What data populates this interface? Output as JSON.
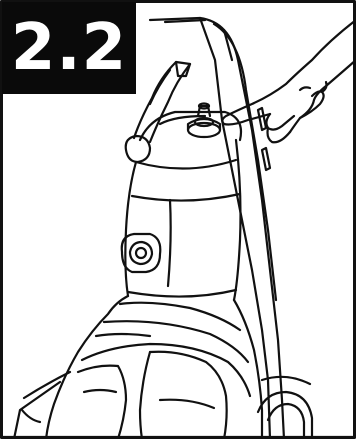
{
  "step": {
    "number": "2.2"
  },
  "illustration": {
    "subject": "upright-carpet-cleaner",
    "action": "hand-pressing-button",
    "colors": {
      "line": "#111111",
      "background": "#ffffff",
      "badge": "#0a0a0a",
      "badge_text": "#ffffff"
    }
  }
}
